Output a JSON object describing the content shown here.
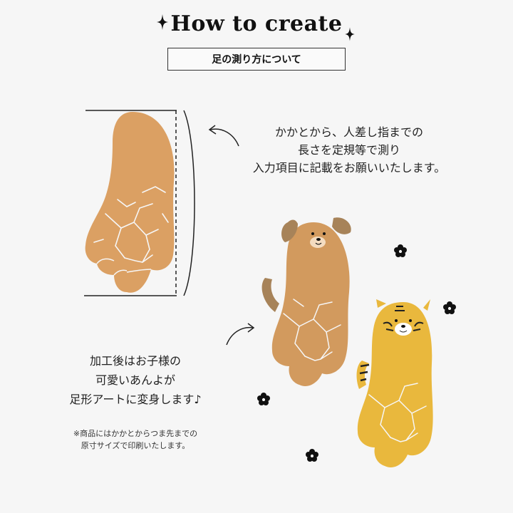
{
  "header": {
    "title": "How to create",
    "subtitle": "足の測り方について"
  },
  "instructions": {
    "lines": [
      "かかとから、人差し指までの",
      "長さを定規等で測り",
      "入力項目に記載をお願いいたします。"
    ]
  },
  "after_processing": {
    "lines": [
      "加工後はお子様の",
      "可愛いあんよが",
      "足形アートに変身します♪"
    ]
  },
  "note": {
    "lines": [
      "※商品にはかかとからつま先までの",
      "原寸サイズで印刷いたします。"
    ]
  },
  "colors": {
    "foot": "#dba063",
    "dog": "#d29a5e",
    "dog_ear": "#a78359",
    "tiger": "#e9b83d",
    "ink": "#111111"
  },
  "icons": [
    "sparkle-icon",
    "curved-arrow-icon",
    "flower-icon",
    "dog-face-icon",
    "tiger-face-icon"
  ]
}
